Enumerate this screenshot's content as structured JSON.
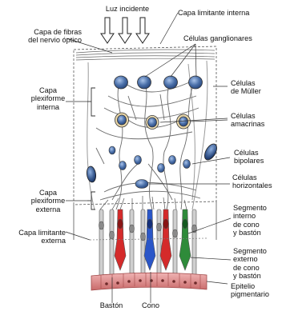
{
  "labels": {
    "light": "Luz incidente",
    "ilm": "Capa limitante interna",
    "nfl": "Capa de fibras\ndel nervio óptico",
    "ganglion": "Células ganglionares",
    "ipl": "Capa\nplexiforme\ninterna",
    "muller": "Células\nde Müller",
    "amacrine": "Células\namacrinas",
    "bipolar": "Células\nbipolares",
    "horizontal": "Células\nhorizontales",
    "opl": "Capa\nplexiforme\nexterna",
    "inner_segment": "Segmento\ninterno\nde cono\ny bastón",
    "olm": "Capa limitante\nexterna",
    "outer_segment": "Segmento\nexterno\nde cono\ny bastón",
    "rpe": "Epitelio\npigmentario",
    "rod": "Bastón",
    "cone": "Cono"
  },
  "colors": {
    "cell_nucleus": "#4a6fa8",
    "nucleus_halo": "#c9a45a",
    "epithelium": "#d98c8c",
    "cone_red": "#d42a2a",
    "cone_blue": "#2a56c8",
    "cone_green": "#2e8b3a"
  }
}
